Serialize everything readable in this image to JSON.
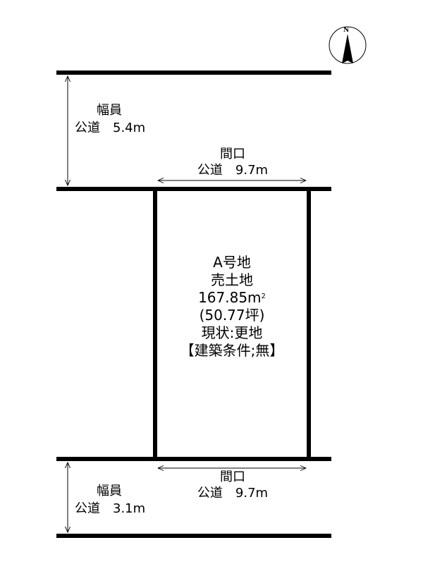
{
  "compass": {
    "label": "N"
  },
  "top_road": {
    "width_title": "幅員",
    "width_value": "公道　5.4m"
  },
  "top_frontage": {
    "title": "間口",
    "value": "公道　9.7m"
  },
  "lot": {
    "name": "A号地",
    "type": "売土地",
    "area_m2": "167.85m",
    "area_unit_sup": "2",
    "area_tsubo": "(50.77坪)",
    "status": "現状:更地",
    "condition": "【建築条件;無】"
  },
  "bottom_frontage": {
    "title": "間口",
    "value": "公道　9.7m"
  },
  "bottom_road": {
    "width_title": "幅員",
    "width_value": "公道　3.1m"
  }
}
